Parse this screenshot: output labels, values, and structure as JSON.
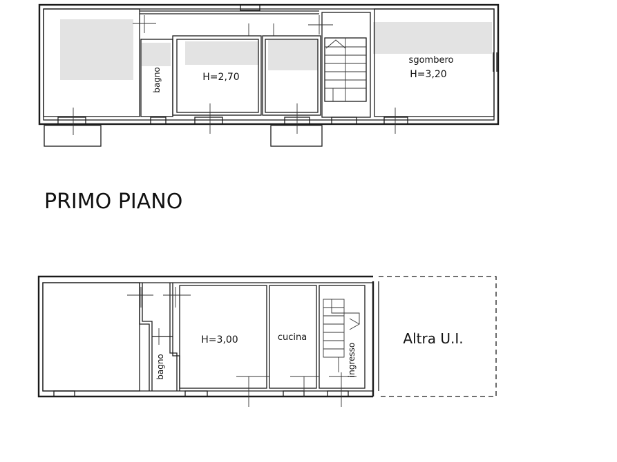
{
  "heading": "PRIMO PIANO",
  "upper_floor": {
    "bagno": "bagno",
    "room_height": "H=2,70",
    "sgombero_name": "sgombero",
    "sgombero_height": "H=3,20"
  },
  "lower_floor": {
    "bagno": "bagno",
    "room_height": "H=3,00",
    "cucina": "cucina",
    "ingresso": "ingresso",
    "other_unit": "Altra U.I."
  }
}
